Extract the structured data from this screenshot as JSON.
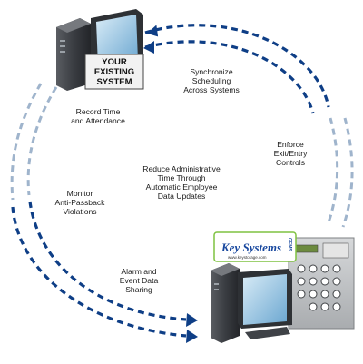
{
  "colors": {
    "arrow_dark": "#0e3e86",
    "arrow_light": "#9fb4cc",
    "brand_blue": "#17479e",
    "brand_green": "#7fc241",
    "panel_gray": "#c4c6c8"
  },
  "systems": {
    "existing": {
      "line1": "YOUR",
      "line2": "EXISTING",
      "line3": "SYSTEM",
      "icon": "server-computer-icon"
    },
    "keysystems": {
      "brand": "Key Systems",
      "subbrand": "GEMS",
      "url": "www.keystorage.com",
      "icon": "key-cabinet-icon"
    }
  },
  "labels": {
    "synchronize": "Synchronize\nScheduling\nAcross Systems",
    "record": "Record Time\nand Attendance",
    "enforce": "Enforce\nExit/Entry\nControls",
    "reduce": "Reduce Administrative\nTime Through\nAutomatic Employee\nData Updates",
    "monitor": "Monitor\nAnti-Passback\nViolations",
    "alarm": "Alarm and\nEvent Data\nSharing"
  }
}
